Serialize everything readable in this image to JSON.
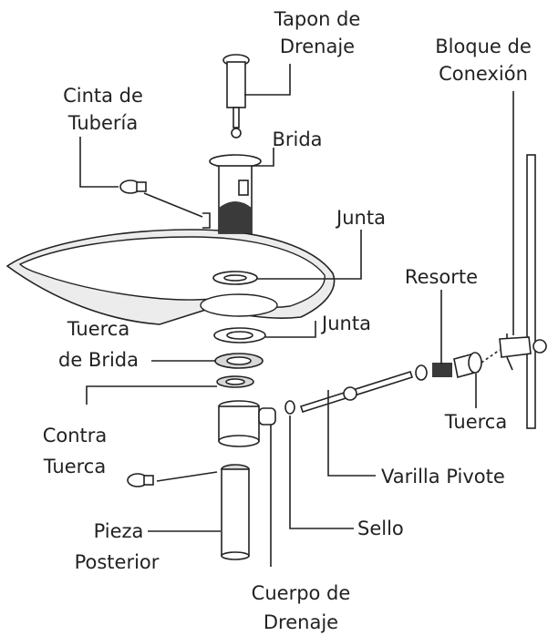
{
  "labels": {
    "tapon_1": "Tapon de",
    "tapon_2": "Drenaje",
    "bloque_1": "Bloque de",
    "bloque_2": "Conexión",
    "cinta_1": "Cinta de",
    "cinta_2": "Tubería",
    "brida": "Brida",
    "junta_top": "Junta",
    "resorte": "Resorte",
    "junta_mid": "Junta",
    "tuerca_brida_1": "Tuerca",
    "tuerca_brida_2": "de Brida",
    "contra_1": "Contra",
    "contra_2": "Tuerca",
    "tuerca": "Tuerca",
    "varilla": "Varilla Pivote",
    "pieza_1": "Pieza",
    "pieza_2": "Posterior",
    "sello": "Sello",
    "cuerpo_1": "Cuerpo de",
    "cuerpo_2": "Drenaje"
  },
  "colors": {
    "ink": "#222222",
    "sink_fill": "#ececec",
    "dark_part": "#3a3a3a",
    "background": "#ffffff"
  }
}
